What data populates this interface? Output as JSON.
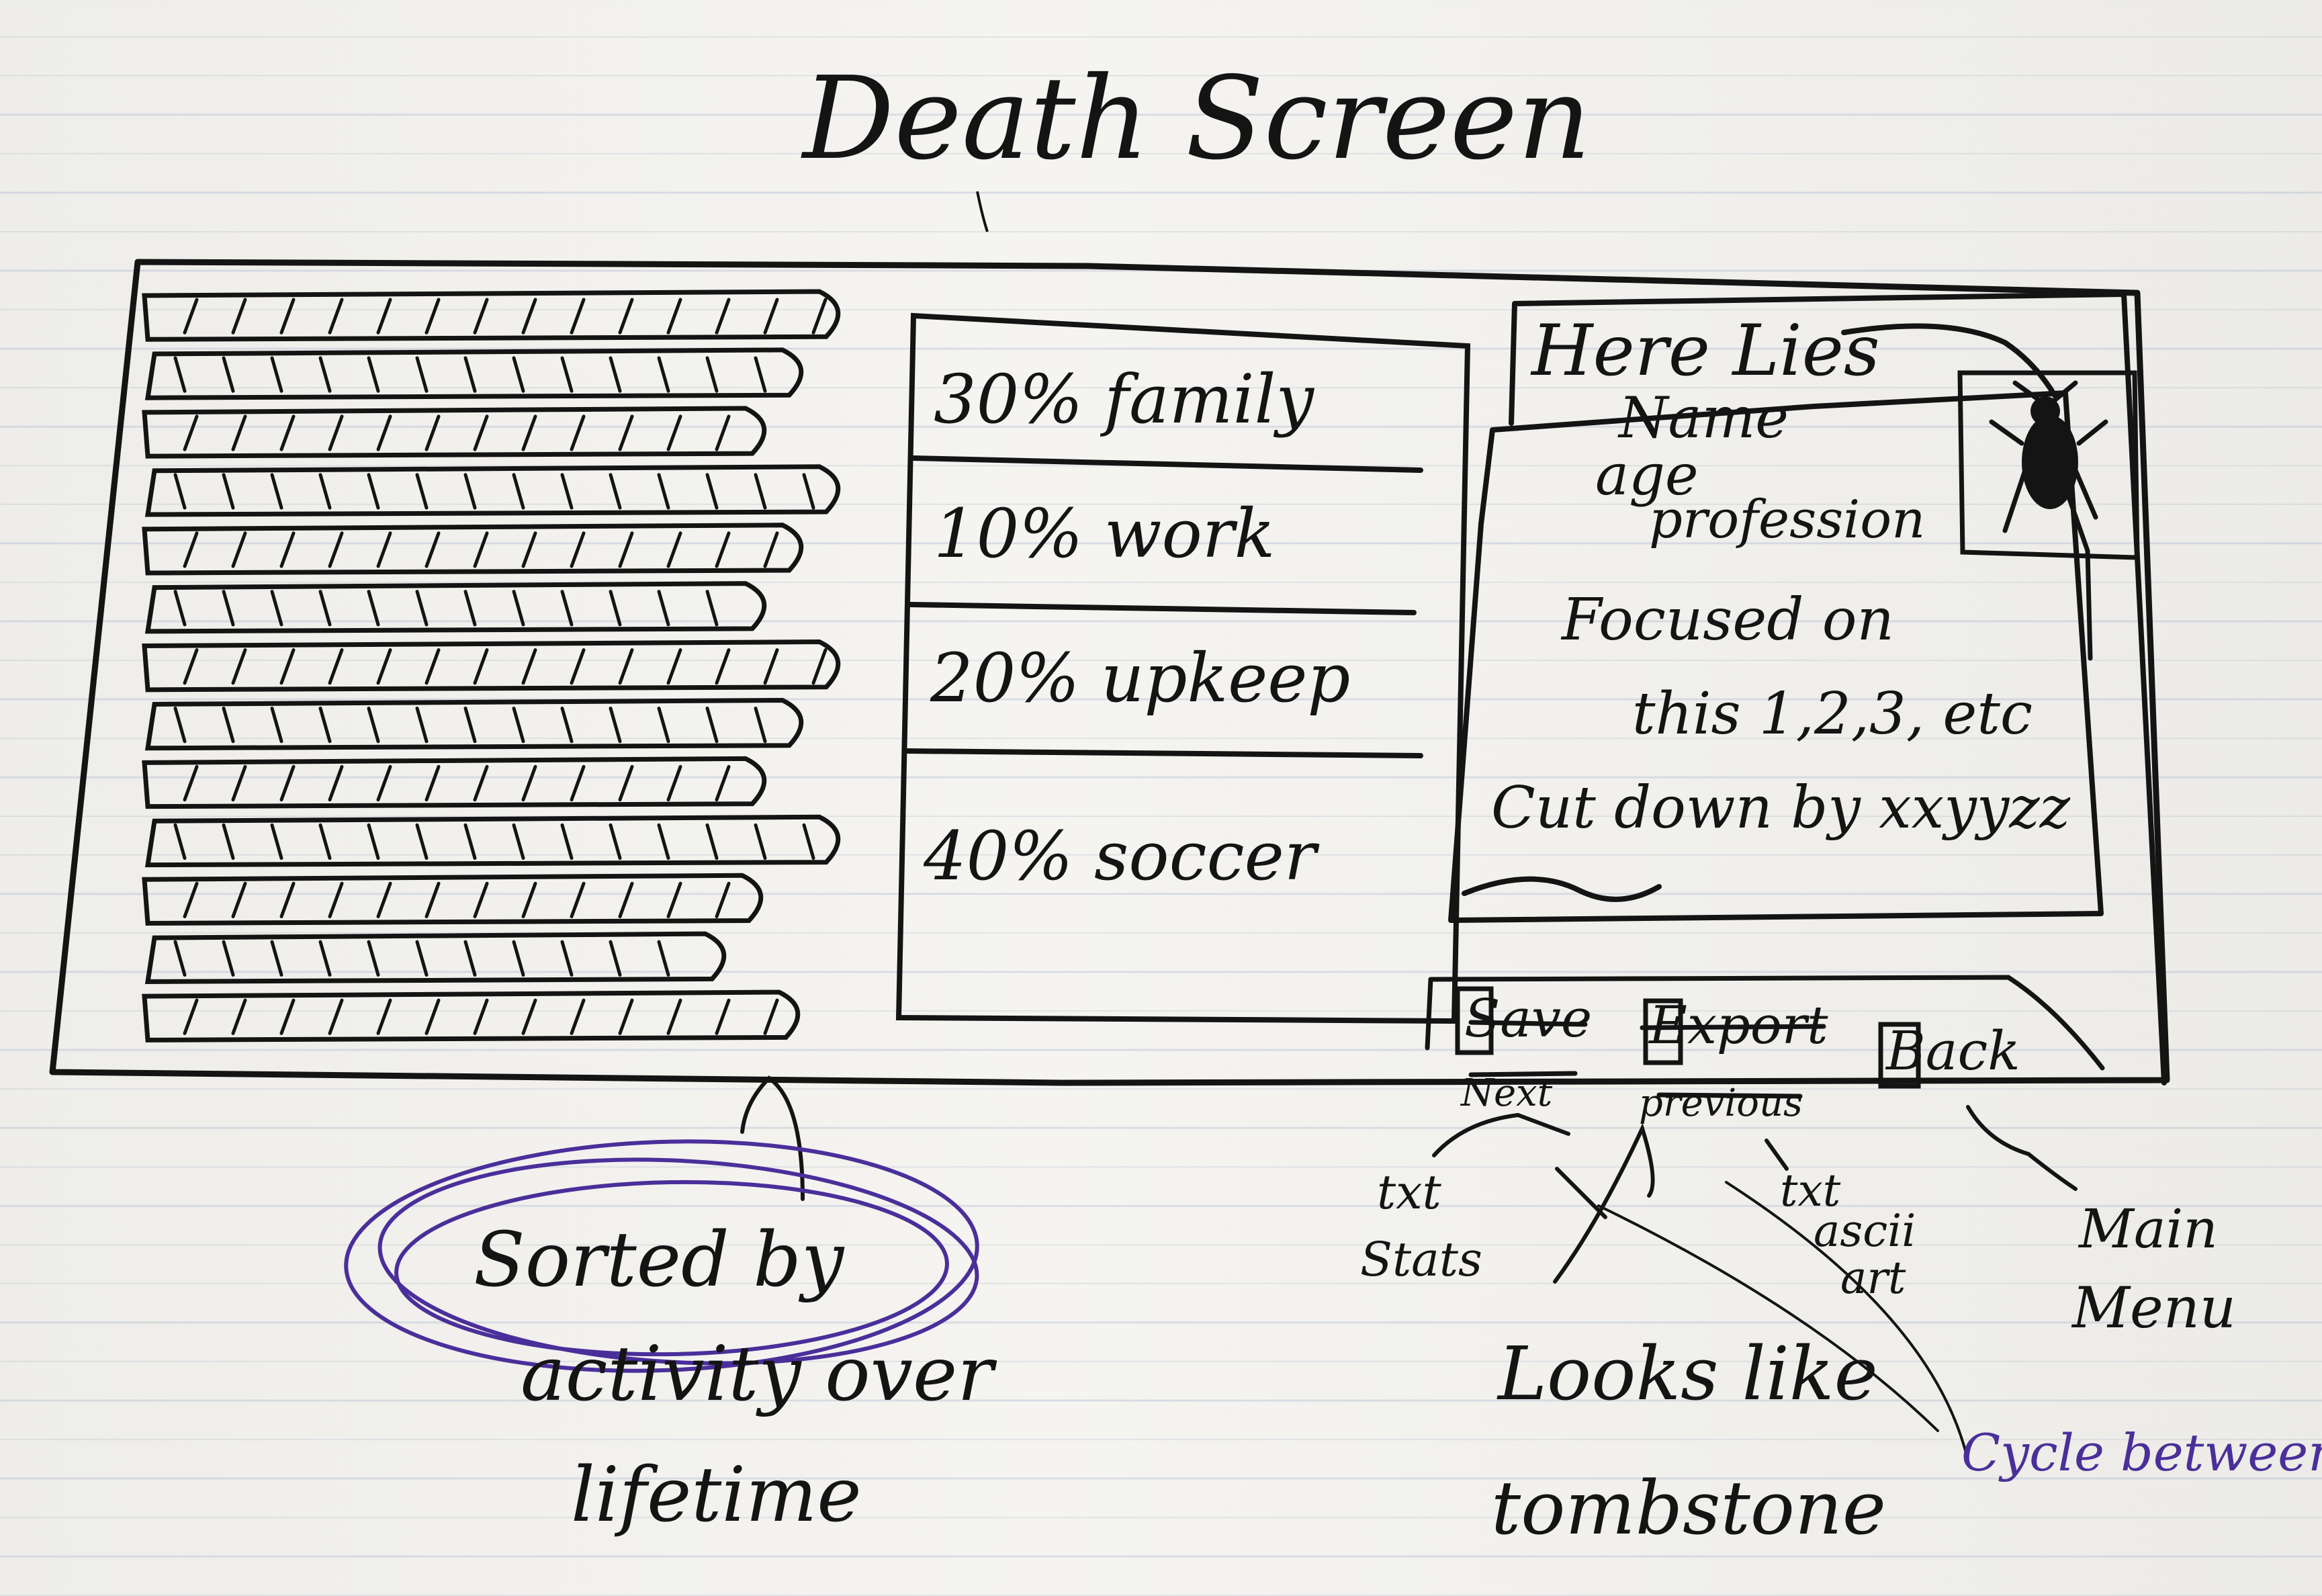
{
  "title": "Death Screen",
  "activity_list": {
    "row_count": 13
  },
  "breakdown": {
    "rows": [
      {
        "label": "30% family"
      },
      {
        "label": "10% work"
      },
      {
        "label": "20% upkeep"
      },
      {
        "label": "40% soccer"
      }
    ]
  },
  "tombstone": {
    "heading": "Here Lies",
    "lines": [
      "Name",
      "age",
      "profession",
      "Focused on",
      "this 1,2,3, etc",
      "Cut down by xxyyzz"
    ],
    "portrait_icon": "bug-icon"
  },
  "buttons": [
    {
      "label": "Save",
      "alt": "Next"
    },
    {
      "label": "Export",
      "alt": "previous"
    },
    {
      "label": "Back"
    }
  ],
  "annotations": {
    "sorted": [
      "Sorted by",
      "activity over",
      "lifetime"
    ],
    "txt_stats": [
      "txt",
      "Stats"
    ],
    "txt_ascii": [
      "txt",
      "ascii",
      "art"
    ],
    "main_menu": [
      "Main",
      "Menu"
    ],
    "looks_like": [
      "Looks like",
      "tombstone"
    ],
    "cycle": "Cycle between"
  },
  "colors": {
    "ink": "#141414",
    "purple": "#4a2f9a",
    "paper": "#f2f1ee",
    "rule": "#a0afc8"
  }
}
